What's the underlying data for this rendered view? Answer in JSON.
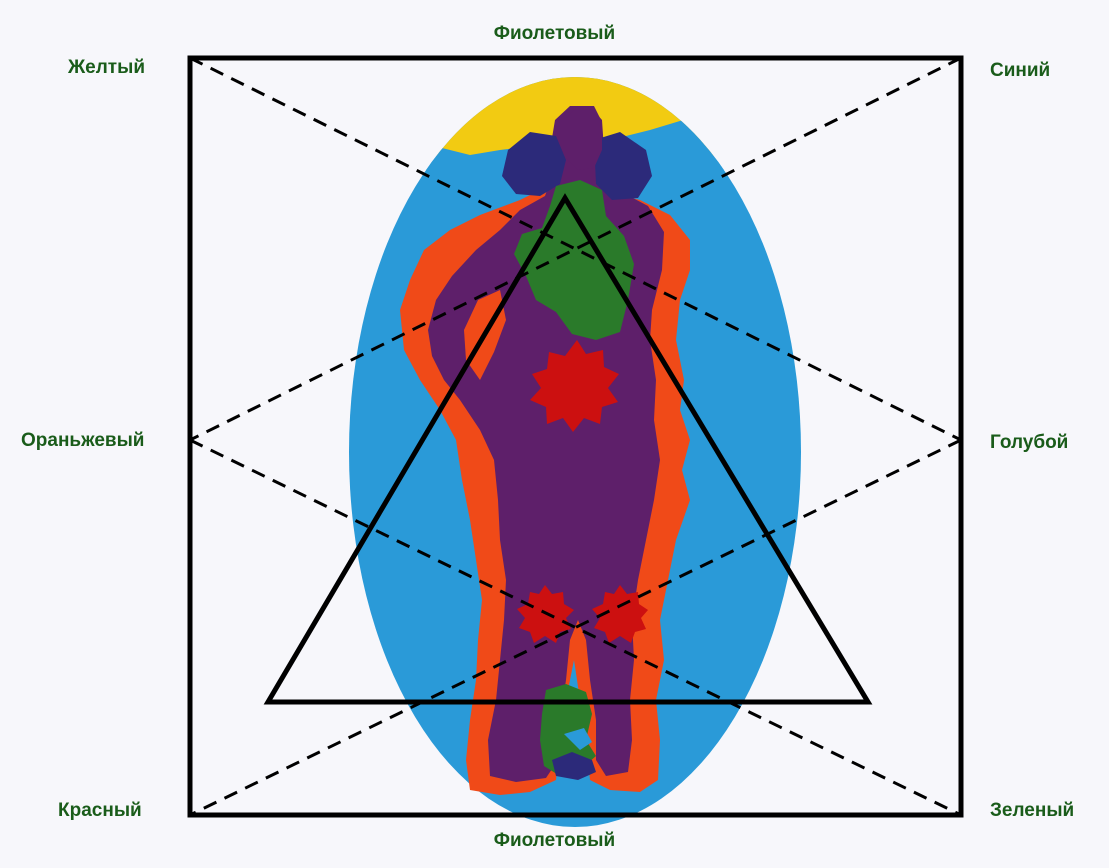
{
  "labels": {
    "top": "Фиолетовый",
    "bottom": "Фиолетовый",
    "top_left": "Желтый",
    "top_right": "Синий",
    "middle_left": "Ораньжевый",
    "middle_right": "Голубой",
    "bottom_left": "Красный",
    "bottom_right": "Зеленый"
  },
  "colors": {
    "background": "#f7f7fb",
    "label_text": "#1a5c1a",
    "aura_blue": "#2a9ad8",
    "aura_yellow": "#f2cb12",
    "aura_orange": "#f04a18",
    "body_purple": "#5e1f6a",
    "heart_green": "#2a7a2a",
    "chakra_red": "#cc1010",
    "head_blue": "#2c2a7a",
    "outline": "#000000"
  }
}
